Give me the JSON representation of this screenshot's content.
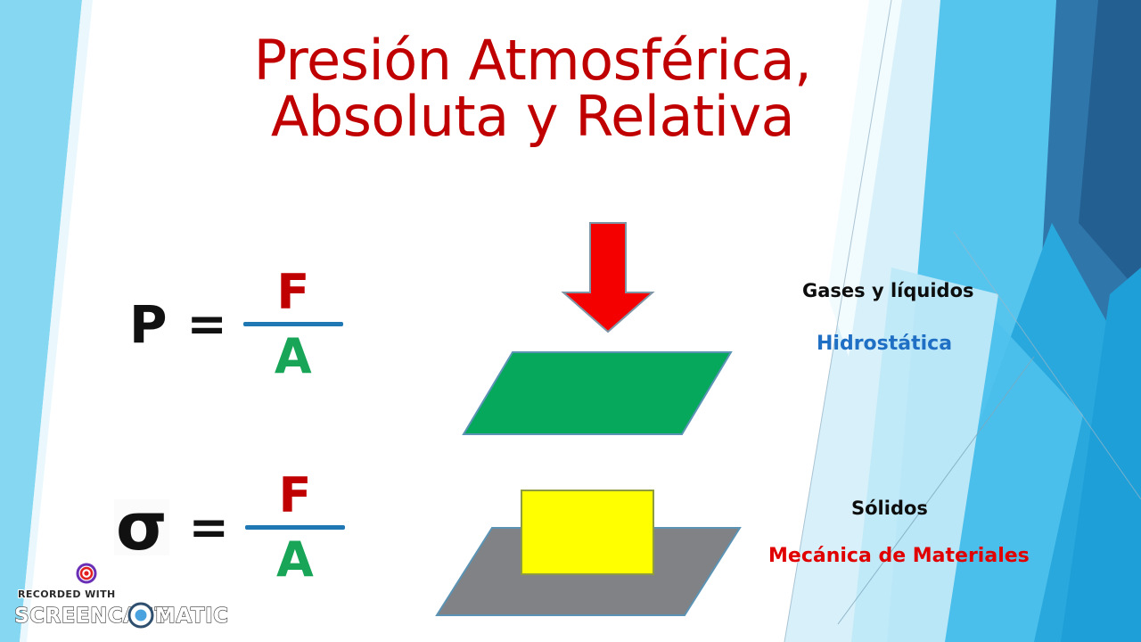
{
  "slide": {
    "title": {
      "line1": "Presión Atmosférica,",
      "line2": "Absoluta y Relativa",
      "color": "#c00000"
    },
    "formulas": [
      {
        "id": "pressure",
        "symbol": "P",
        "equals": "=",
        "numerator": "F",
        "denominator": "A",
        "numerator_color": "#c00000",
        "denominator_color": "#18a558",
        "bar_color": "#1f77b4"
      },
      {
        "id": "stress",
        "symbol": "σ",
        "equals": "=",
        "numerator": "F",
        "denominator": "A",
        "numerator_color": "#c00000",
        "denominator_color": "#18a558",
        "bar_color": "#1f77b4"
      }
    ],
    "labels": {
      "gases": "Gases y líquidos",
      "hidrostatica": "Hidrostática",
      "solidos": "Sólidos",
      "mecanica": "Mecánica de Materiales",
      "gases_color": "#0d0d0d",
      "hidrostatica_color": "#1f6fc4",
      "solidos_color": "#0d0d0d",
      "mecanica_color": "#e00000"
    },
    "diagram": {
      "arrow": {
        "name": "down-arrow",
        "fill": "#f50000",
        "stroke": "#7f96a6"
      },
      "green_plane": {
        "name": "green-parallelogram",
        "fill": "#06a85c",
        "stroke": "#5b93b5"
      },
      "gray_plane": {
        "name": "gray-parallelogram",
        "fill": "#808285",
        "stroke": "#5b93b5"
      },
      "yellow_block": {
        "name": "yellow-rectangle",
        "fill": "#ffff00",
        "stroke": "#8f9b3f"
      }
    },
    "background": {
      "white": "#ffffff",
      "light_blue": "#85d7f2",
      "pale_blue": "#d7f0fa",
      "sky_blue": "#56c5ee",
      "mid_blue": "#29a8dd",
      "steel_blue": "#2f77ab",
      "deep_blue": "#245f92",
      "hairline": "#9ab8c9"
    },
    "watermark": {
      "recorded_with": "RECORDED WITH",
      "brand_left": "SCREENCAST",
      "brand_right": "MATIC",
      "ring_outer": "#6b2fb5",
      "ring_inner": "#e32020",
      "logo_ring": "#2f4f6f",
      "logo_dot": "#4aa3df"
    }
  }
}
